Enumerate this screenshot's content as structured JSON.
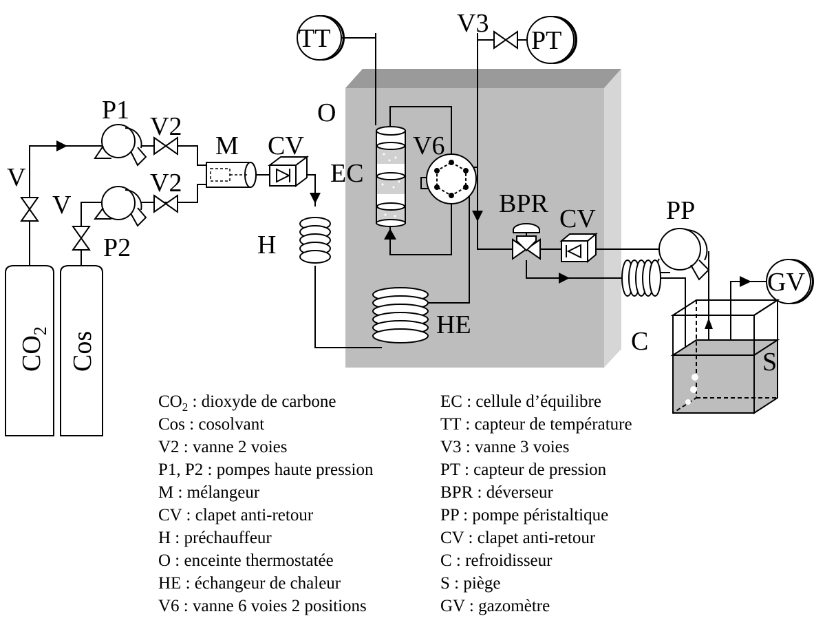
{
  "labels": {
    "co2_main": "CO",
    "co2_sub": "2",
    "cos": "Cos",
    "v1": "V",
    "v2": "V",
    "p1": "P1",
    "p2": "P2",
    "v2_top": "V2",
    "v2_bottom": "V2",
    "m": "M",
    "cv1": "CV",
    "h": "H",
    "o": "O",
    "ec": "EC",
    "v6": "V6",
    "tt": "TT",
    "v3": "V3",
    "pt": "PT",
    "bpr": "BPR",
    "cv2": "CV",
    "pp": "PP",
    "gv": "GV",
    "he": "HE",
    "c": "C",
    "s": "S"
  },
  "legend": {
    "left": [
      {
        "pre": "CO",
        "sub": "2",
        "post": " : dioxyde de carbone"
      },
      {
        "pre": "Cos : cosolvant"
      },
      {
        "pre": "V2 : vanne 2 voies"
      },
      {
        "pre": "P1, P2 : pompes haute pression"
      },
      {
        "pre": "M : mélangeur"
      },
      {
        "pre": "CV : clapet anti-retour"
      },
      {
        "pre": "H : préchauffeur"
      },
      {
        "pre": "O : enceinte thermostatée"
      },
      {
        "pre": "HE : échangeur de chaleur"
      },
      {
        "pre": "V6 : vanne 6 voies 2 positions"
      }
    ],
    "right": [
      {
        "pre": "EC : cellule d’équilibre"
      },
      {
        "pre": "TT : capteur de température"
      },
      {
        "pre": "V3 : vanne 3 voies"
      },
      {
        "pre": "PT : capteur de pression"
      },
      {
        "pre": "BPR : déverseur"
      },
      {
        "pre": "PP : pompe péristaltique"
      },
      {
        "pre": "CV : clapet anti-retour"
      },
      {
        "pre": "C : refroidisseur"
      },
      {
        "pre": "S : piège"
      },
      {
        "pre": "GV : gazomètre"
      }
    ]
  }
}
